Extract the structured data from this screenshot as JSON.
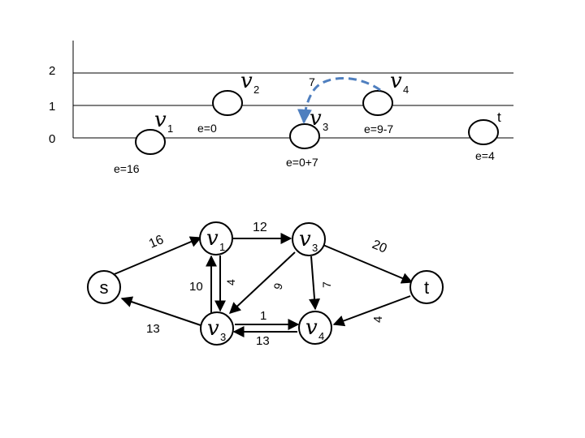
{
  "top": {
    "level_labels": [
      "2",
      "1",
      "0"
    ],
    "nodes": {
      "v1": {
        "name": "v",
        "sub": "1",
        "e": "e=16"
      },
      "v2": {
        "name": "v",
        "sub": "2",
        "e": "e=0"
      },
      "v3": {
        "name": "v",
        "sub": "3",
        "e": "e=0+7"
      },
      "v4": {
        "name": "v",
        "sub": "4",
        "e": "e=9-7"
      },
      "t": {
        "name": "t",
        "e": "e=4"
      }
    },
    "push_label": "7"
  },
  "graph": {
    "nodes": {
      "s": {
        "name": "s"
      },
      "v1": {
        "name": "v",
        "sub": "1"
      },
      "v3a": {
        "name": "v",
        "sub": "3"
      },
      "v3b": {
        "name": "v",
        "sub": "3"
      },
      "v4": {
        "name": "v",
        "sub": "4"
      },
      "t": {
        "name": "t"
      }
    },
    "edges": {
      "s_v1": "16",
      "v1_v3a": "12",
      "v3a_t": "20",
      "v1_v3b_down": "4",
      "v3b_v1_up": "10",
      "v3a_v3b": "9",
      "v3a_v4": "7",
      "v3b_v4": "1",
      "v4_v3b": "13",
      "v3b_s": "13",
      "t_v4": "4"
    }
  },
  "colors": {
    "line": "#000000",
    "push_arrow": "#4f7fbf"
  }
}
